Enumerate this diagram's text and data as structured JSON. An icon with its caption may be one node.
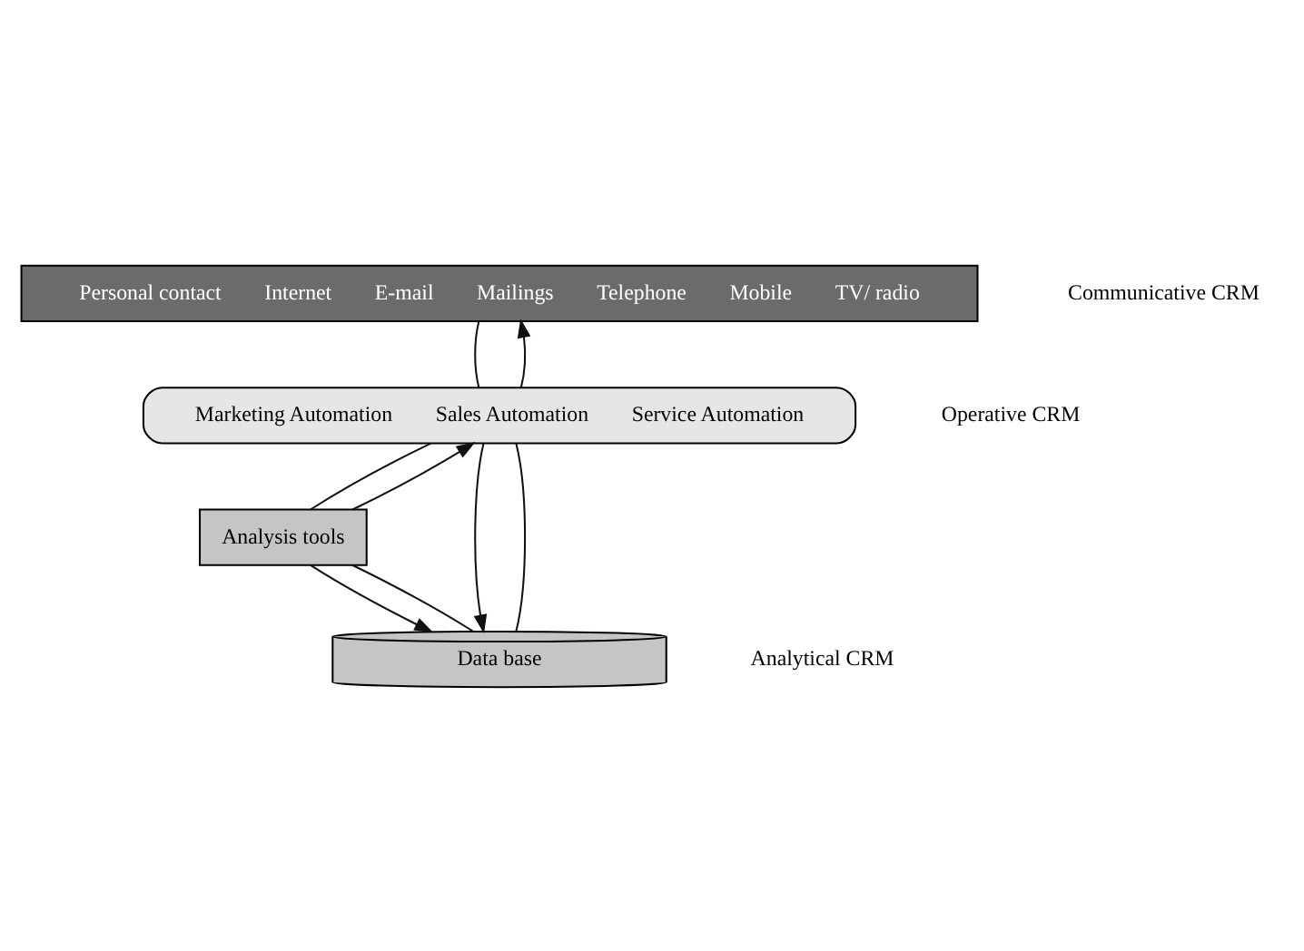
{
  "diagram": {
    "nodes": [
      {
        "text": [
          "Personal contact",
          "Internet",
          "E-mail",
          "Mailings",
          "Telephone",
          "Mobile",
          "TV/ radio"
        ]
      },
      {
        "text": [
          "Marketing Automation",
          "Sales Automation",
          "Service Automation"
        ]
      },
      {
        "text": [
          "Analysis tools"
        ]
      },
      {
        "text": [
          "Data base"
        ]
      }
    ],
    "edges": [
      {
        "from": 0,
        "to": 1,
        "arrow": "none"
      },
      {
        "from": 1,
        "to": 0,
        "arrow": "to"
      },
      {
        "from": 1,
        "to": 3,
        "arrow": "to"
      },
      {
        "from": 1,
        "to": 2,
        "arrow": "none"
      },
      {
        "from": 2,
        "to": 3,
        "arrow": "to"
      },
      {
        "from": 3,
        "to": 2,
        "arrow": "none"
      },
      {
        "from": 2,
        "to": 1,
        "arrow": "to"
      },
      {
        "from": 1,
        "to": 3,
        "arrow": "none"
      }
    ],
    "labels": [
      "Communicative CRM",
      "Operative CRM",
      "Analytical CRM"
    ]
  }
}
